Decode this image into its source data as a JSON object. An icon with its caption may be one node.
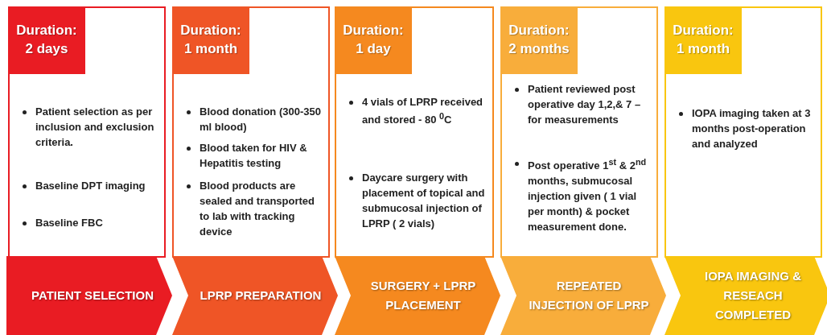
{
  "diagram": {
    "nodes": [
      {
        "text": [
          "Duration: 2 days",
          "Patient selection as per inclusion and exclusion criteria.",
          "Baseline DPT imaging",
          "Baseline FBC"
        ]
      },
      {
        "text": [
          "Duration: 1 month",
          "Blood donation (300-350 ml blood)",
          "Blood taken for HIV & Hepatitis testing",
          "Blood products are sealed and transported to lab with tracking device"
        ]
      },
      {
        "text": [
          "Duration: 1 day",
          "4 vials of LPRP received and stored - 80 $^{0}$C",
          "Daycare surgery with placement of topical and submucosal injection of  LPRP ( 2 vials)"
        ]
      },
      {
        "text": [
          "Duration: 2 months",
          "Patient reviewed post operative day 1,2,& 7 – for measurements",
          "Post operative 1$^{st}$ & 2$^{nd}$ months, submucosal injection given ( 1 vial per month) & pocket measurement done."
        ]
      },
      {
        "text": [
          "Duration: 1 month",
          "IOPA imaging taken at 3 months post-operation and analyzed"
        ]
      },
      {
        "text": [
          "PATIENT SELECTION"
        ]
      },
      {
        "text": [
          "LPRP PREPARATION"
        ]
      },
      {
        "text": [
          "SURGERY + LPRP PLACEMENT"
        ]
      },
      {
        "text": [
          "REPEATED INJECTION OF LPRP"
        ]
      },
      {
        "text": [
          "IOPA IMAGING & RESEACH COMPLETED"
        ]
      }
    ],
    "edges": []
  }
}
